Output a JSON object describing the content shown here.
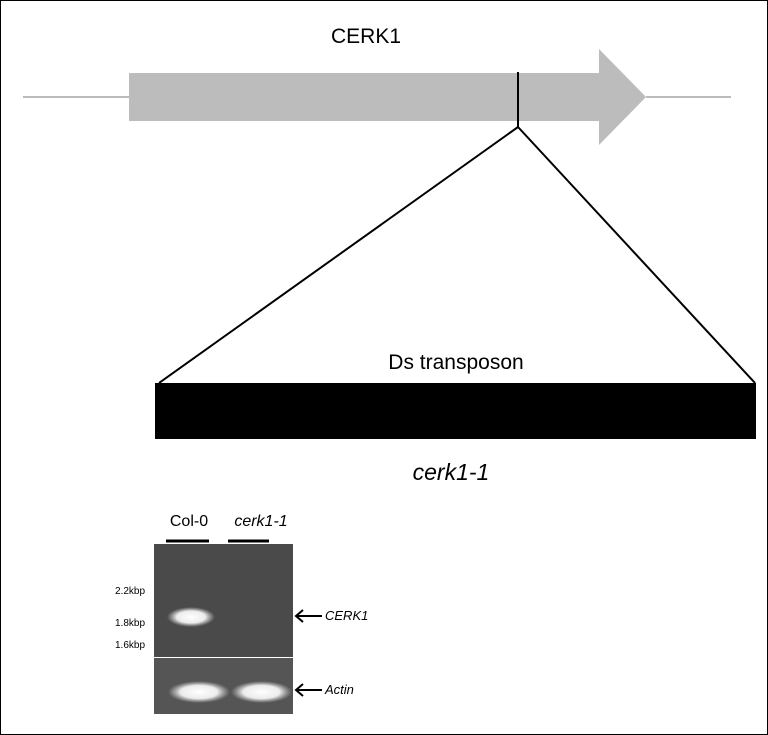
{
  "gene": {
    "name": "CERK1"
  },
  "insertion": {
    "label": "Ds transposon",
    "allele": "cerk1-1"
  },
  "gel": {
    "lanes": [
      "Col-0",
      "cerk1-1"
    ],
    "size_markers": [
      "2.2kbp",
      "1.8kbp",
      "1.6kbp"
    ],
    "bands": [
      "CERK1",
      "Actin"
    ]
  },
  "colors": {
    "gene_arrow": "#bcbcbc",
    "gel_background": "#4a4a4a",
    "band": "#ffffff"
  }
}
